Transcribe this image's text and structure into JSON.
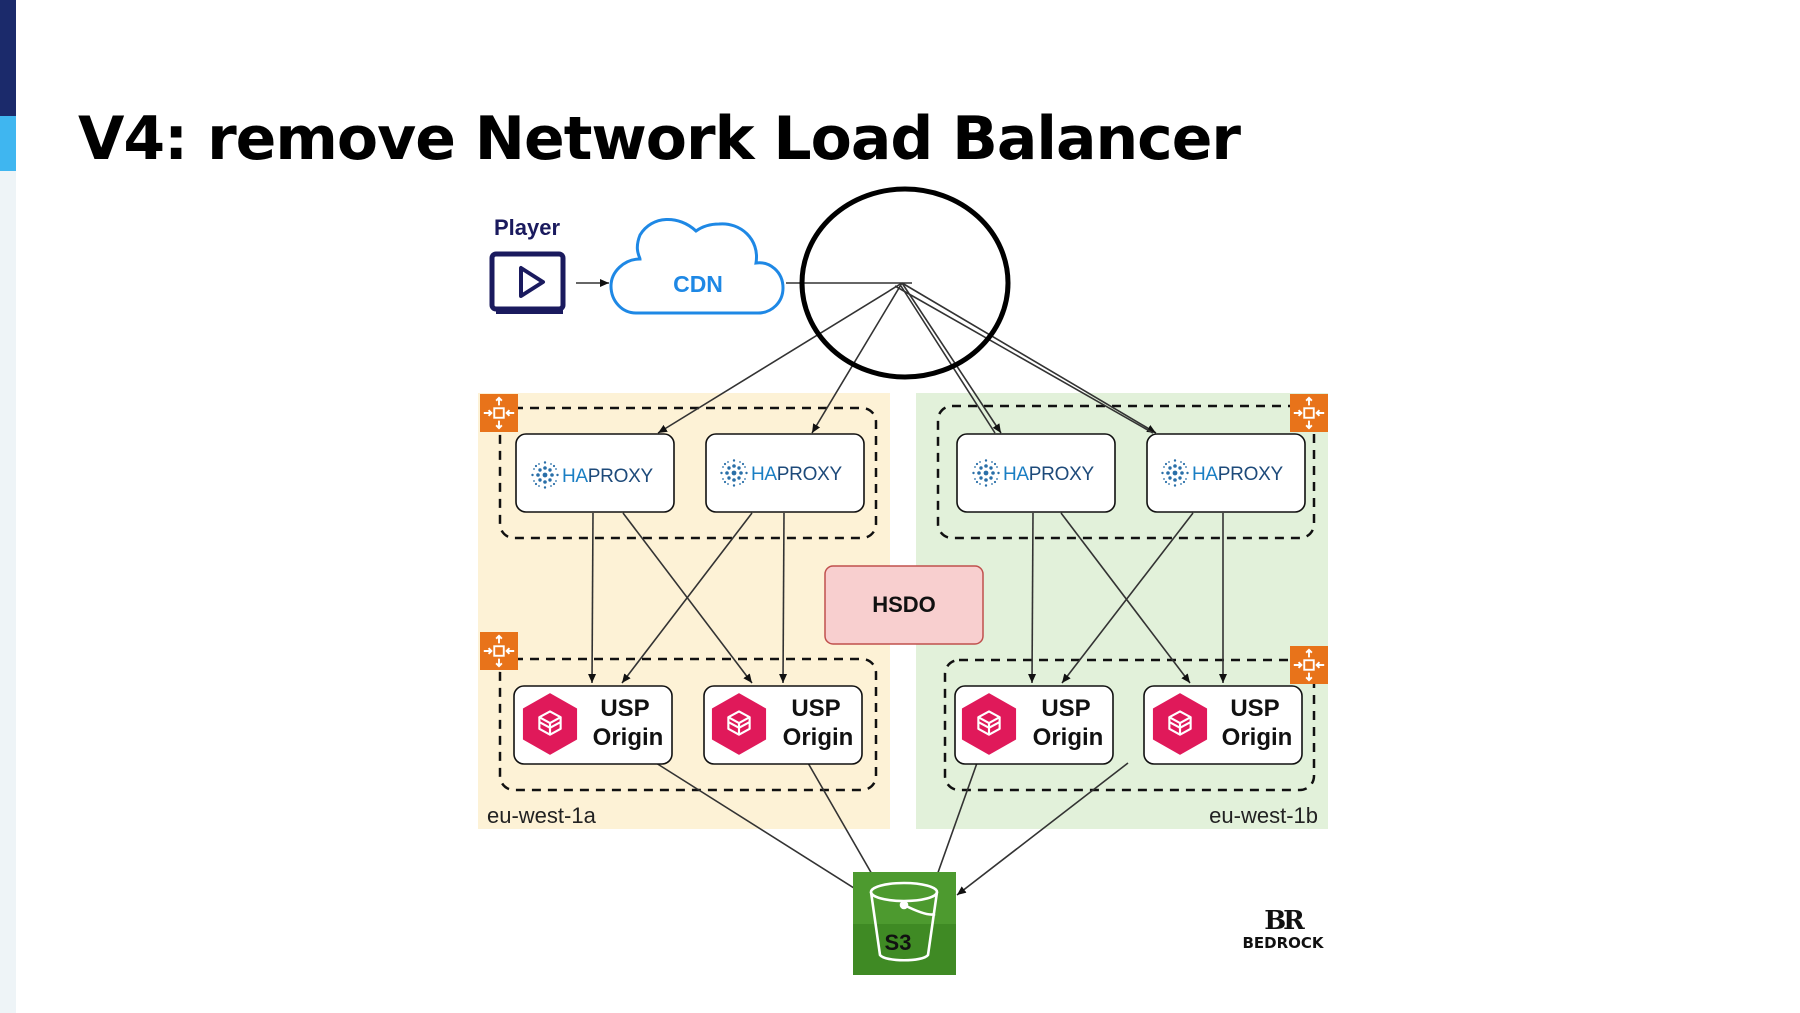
{
  "slide": {
    "title": "V4: remove Network Load Balancer",
    "logo": {
      "mark": "BR",
      "text": "BEDROCK"
    }
  },
  "diagram": {
    "player": {
      "label": "Player",
      "icon": "play-icon"
    },
    "cdn": {
      "label": "CDN"
    },
    "zones": [
      {
        "label": "eu-west-1a",
        "color": "#fdf2d6"
      },
      {
        "label": "eu-west-1b",
        "color": "#e2f1da"
      }
    ],
    "haproxy": [
      {
        "label": "HAPROXY",
        "prefix": "HA",
        "suffix": "PROXY"
      },
      {
        "label": "HAPROXY",
        "prefix": "HA",
        "suffix": "PROXY"
      },
      {
        "label": "HAPROXY",
        "prefix": "HA",
        "suffix": "PROXY"
      },
      {
        "label": "HAPROXY",
        "prefix": "HA",
        "suffix": "PROXY"
      }
    ],
    "usp_origin": [
      {
        "line1": "USP",
        "line2": "Origin"
      },
      {
        "line1": "USP",
        "line2": "Origin"
      },
      {
        "line1": "USP",
        "line2": "Origin"
      },
      {
        "line1": "USP",
        "line2": "Origin"
      }
    ],
    "hsdo": {
      "label": "HSDO",
      "color": "#f8cfcf"
    },
    "s3": {
      "label": "S3",
      "color": "#3f8a24"
    },
    "autoscaling_icon": "autoscaling-group-icon",
    "colors": {
      "cdn": "#1e88e5",
      "player": "#1a1a5e",
      "haproxy_text": "#1d5a8e",
      "usp_icon": "#e0195a",
      "autoscaling": "#e8731a"
    }
  }
}
